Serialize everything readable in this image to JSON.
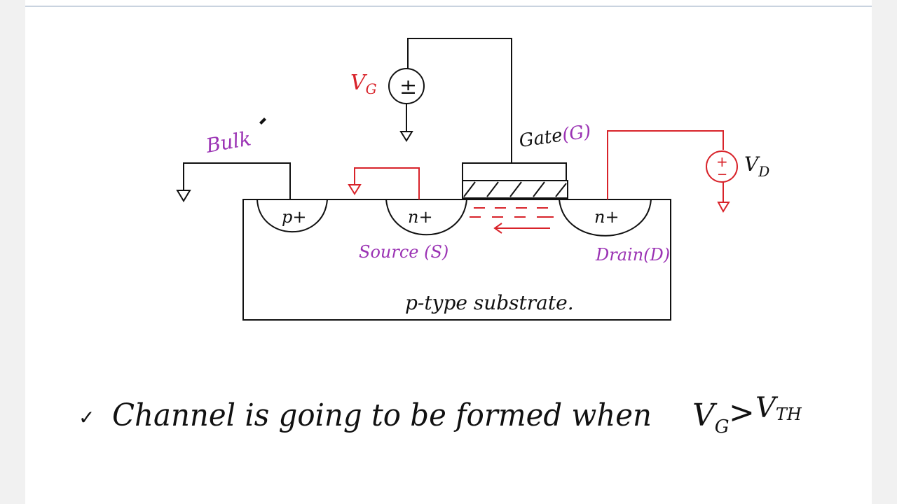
{
  "labels": {
    "bulk": "Bulk",
    "gate_word": "Gate",
    "gate_abbr": "(G)",
    "vg_main": "V",
    "vg_sub": "G",
    "vd_main": "V",
    "vd_sub": "D",
    "source_plus_minus": "±",
    "drain_plus": "+",
    "drain_minus": "−",
    "p_plus": "p+",
    "n_plus_source": "n+",
    "n_plus_drain": "n+",
    "source": "Source (S)",
    "drain": "Drain(D)",
    "substrate": "p-type substrate."
  },
  "note": {
    "bullet": "✓",
    "text_main": "Channel is going to be formed when",
    "vg_main": "V",
    "vg_sub": "G",
    "gt": ">",
    "vth_main": "V",
    "vth_sub": "TH"
  },
  "colors": {
    "ink": "#111111",
    "purple": "#9b33b4",
    "red": "#d8232a",
    "rule": "#c9d3df"
  }
}
